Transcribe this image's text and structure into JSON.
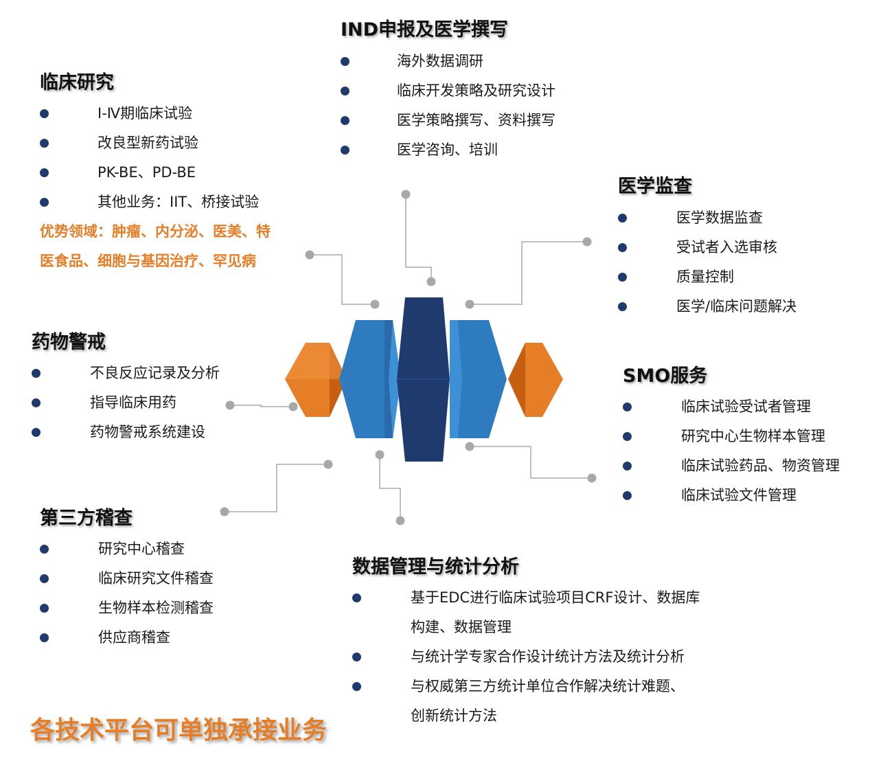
{
  "sections": {
    "ind": {
      "title": "IND申报及医学撰写",
      "items": [
        "海外数据调研",
        "临床开发策略及研究设计",
        "医学策略撰写、资料撰写",
        "医学咨询、培训"
      ]
    },
    "clinical": {
      "title": "临床研究",
      "items": [
        "Ⅰ-Ⅳ期临床试验",
        "改良型新药试验",
        "PK-BE、PD-BE",
        "其他业务：IIT、桥接试验"
      ],
      "highlight": [
        "优势领域：肿瘤、内分泌、医美、特",
        "医食品、细胞与基因治疗、罕见病"
      ]
    },
    "monitoring": {
      "title": "医学监查",
      "items": [
        "医学数据监查",
        "受试者入选审核",
        "质量控制",
        "医学/临床问题解决"
      ]
    },
    "pv": {
      "title": "药物警戒",
      "items": [
        "不良反应记录及分析",
        "指导临床用药",
        "药物警戒系统建设"
      ]
    },
    "smo": {
      "title": "SMO服务",
      "items": [
        "临床试验受试者管理",
        "研究中心生物样本管理",
        "临床试验药品、物资管理",
        "临床试验文件管理"
      ]
    },
    "audit": {
      "title": "第三方稽查",
      "items": [
        "研究中心稽查",
        "临床研究文件稽查",
        "生物样本检测稽查",
        "供应商稽查"
      ]
    },
    "data": {
      "title": "数据管理与统计分析",
      "items": [
        [
          "基于EDC进行临床试验项目CRF设计、数据库",
          "构建、数据管理"
        ],
        [
          "与统计学专家合作设计统计方法及统计分析"
        ],
        [
          "与权威第三方统计单位合作解决统计难题、",
          "创新统计方法"
        ]
      ]
    }
  },
  "footer": "各技术平台可单独承接业务",
  "colors": {
    "bullet": "#1f3b6e",
    "accent": "#e57e27",
    "blue_mid": "#2e7bbf",
    "blue_dark": "#1f3b6e",
    "connector": "#a0a0a0"
  }
}
